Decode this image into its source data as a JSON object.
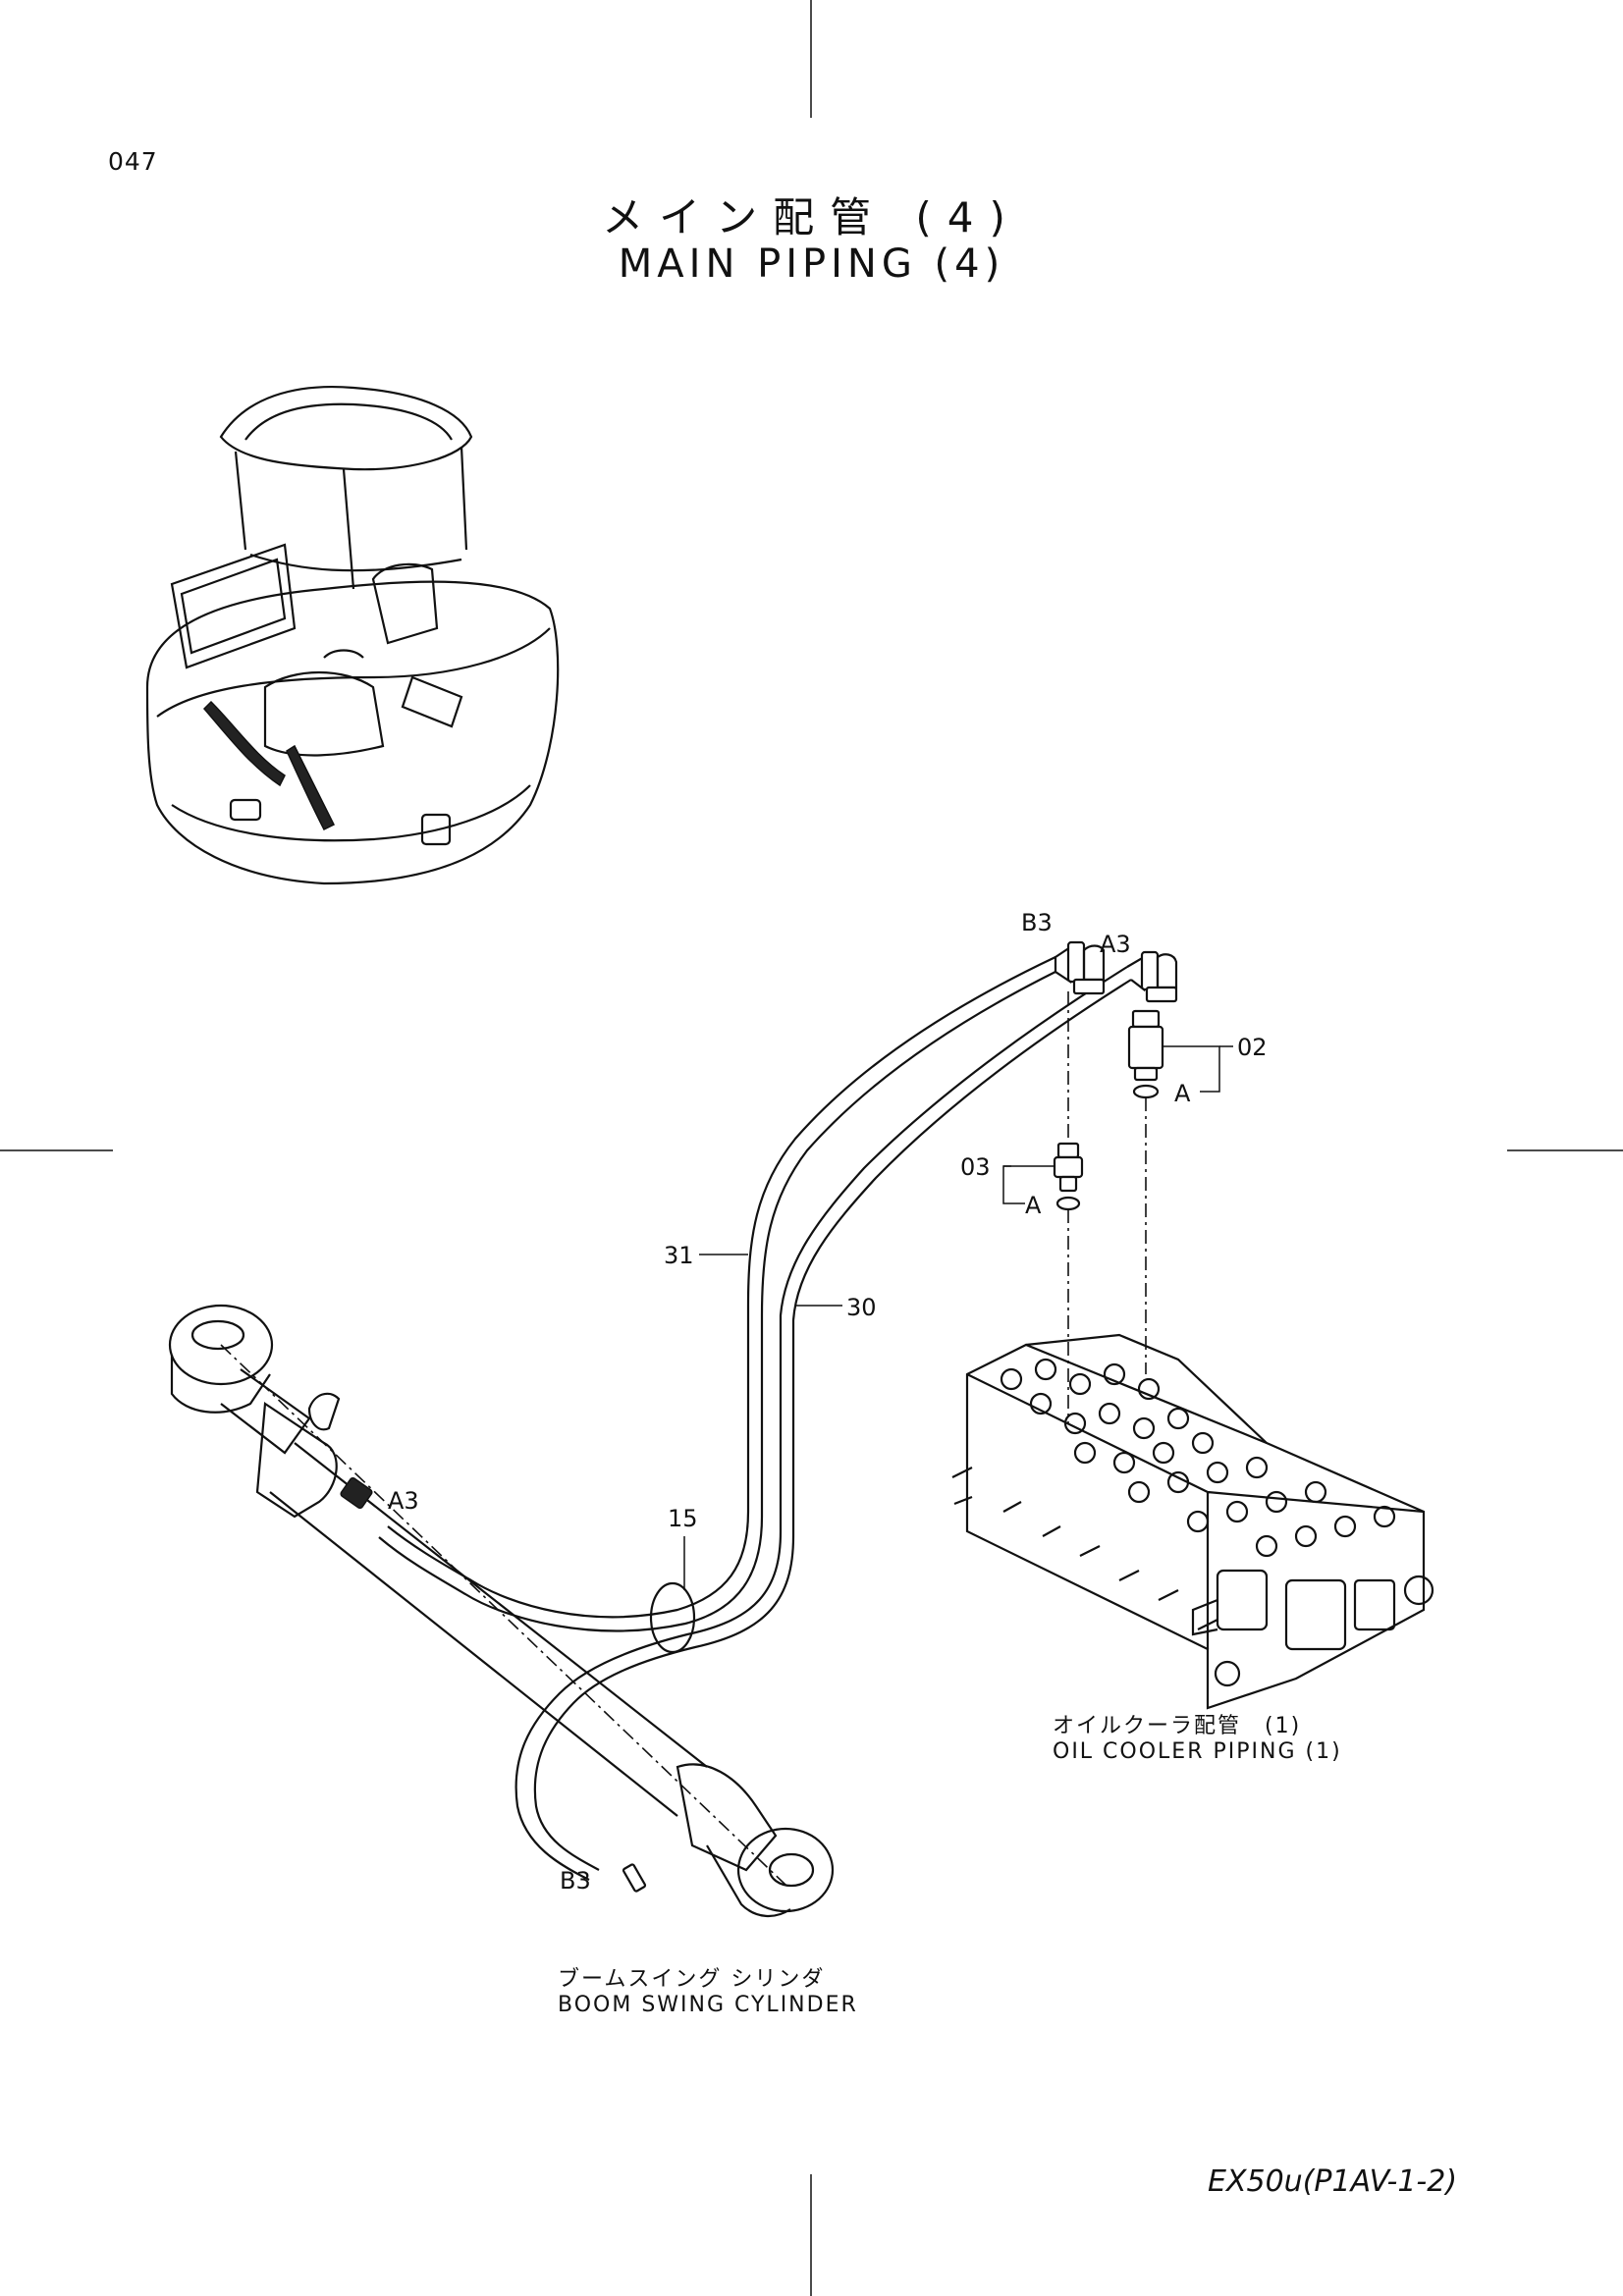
{
  "page_number": "047",
  "title_ja": "メイン配管 (4)",
  "title_en": "MAIN PIPING (4)",
  "model_ref": "EX50u(P1AV-1-2)",
  "callouts": {
    "c02": "02",
    "c03": "03",
    "c30": "30",
    "c31": "31",
    "c15": "15"
  },
  "ports": {
    "b3_top": "B3",
    "a3_top": "A3",
    "a3_cyl": "A3",
    "b3_cyl": "B3",
    "a_02": "A",
    "a_03": "A"
  },
  "captions": {
    "oil_cooler_ja": "オイルクーラ配管　(1)",
    "oil_cooler_en": "OIL COOLER PIPING (1)",
    "boom_swing_ja": "ブームスイング シリンダ",
    "boom_swing_en": "BOOM SWING CYLINDER"
  }
}
